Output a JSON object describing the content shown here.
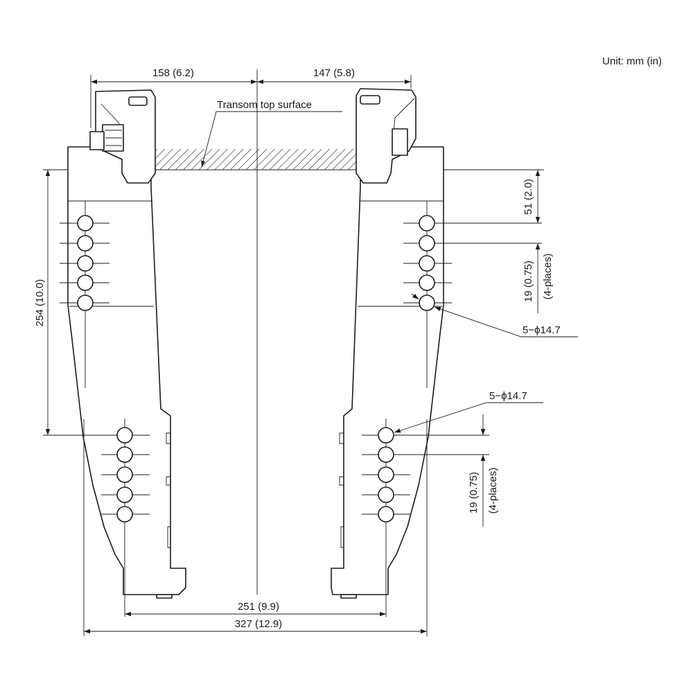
{
  "unit_label": "Unit: mm (in)",
  "callouts": {
    "transom": "Transom top surface"
  },
  "dimensions": {
    "top_left_width": "158 (6.2)",
    "top_right_width": "147 (5.8)",
    "vertical_254": "254 (10.0)",
    "vertical_51": "51 (2.0)",
    "pitch_upper": "19 (0.75)",
    "pitch_upper_note": "(4-places)",
    "pitch_lower": "19 (0.75)",
    "pitch_lower_note": "(4-places)",
    "inner_width": "251 (9.9)",
    "outer_width": "327 (12.9)"
  },
  "holes": {
    "upper_label": "5−ϕ14.7",
    "lower_label": "5−ϕ14.7"
  }
}
